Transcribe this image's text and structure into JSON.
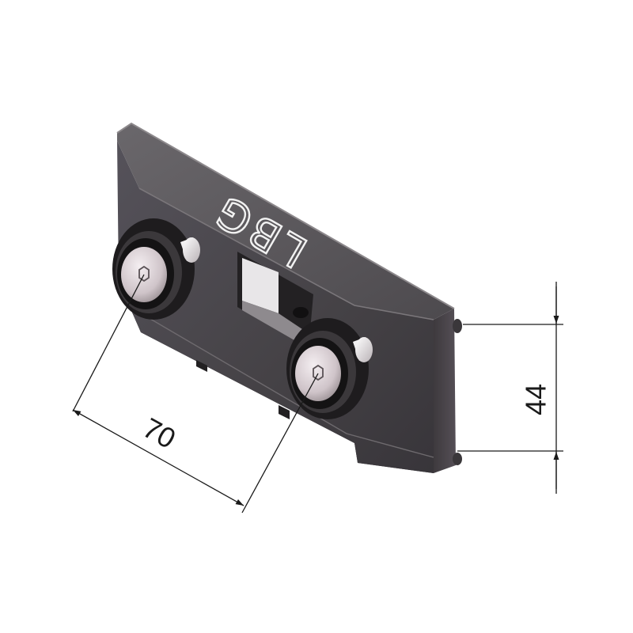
{
  "drawing": {
    "part_marking": "LBG",
    "dimensions": {
      "roller_spacing": {
        "label": "70"
      },
      "height": {
        "label": "44"
      }
    },
    "colors": {
      "body_face": "#4a474a",
      "body_top": "#5d5a5d",
      "body_dark": "#2e2b2e",
      "body_side": "#3a3639",
      "edge_highlight": "#8a8688",
      "roller_rubber": "#1e1c1e",
      "roller_rim": "#3b383b",
      "bolt_head": "#d8cfd3",
      "pin": "#e2dde0",
      "dimension_line": "#1a1a1a",
      "background": "#ffffff"
    }
  }
}
